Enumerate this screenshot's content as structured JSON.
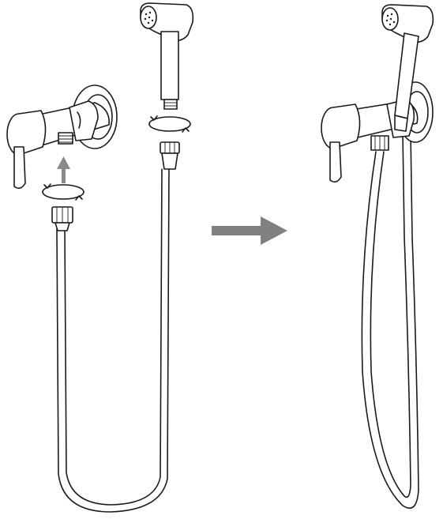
{
  "diagram": {
    "steps": [
      {
        "id": "before",
        "state": "disassembled"
      },
      {
        "id": "after",
        "state": "assembled"
      }
    ],
    "colors": {
      "line": "#1a1a1a",
      "background": "#ffffff",
      "arrow": "#808080",
      "up-arrow": "#8a8a8a"
    },
    "icons": {
      "sequence": "right-arrow-icon",
      "insert": "up-arrow-icon",
      "rotate": "rotate-icon"
    }
  }
}
